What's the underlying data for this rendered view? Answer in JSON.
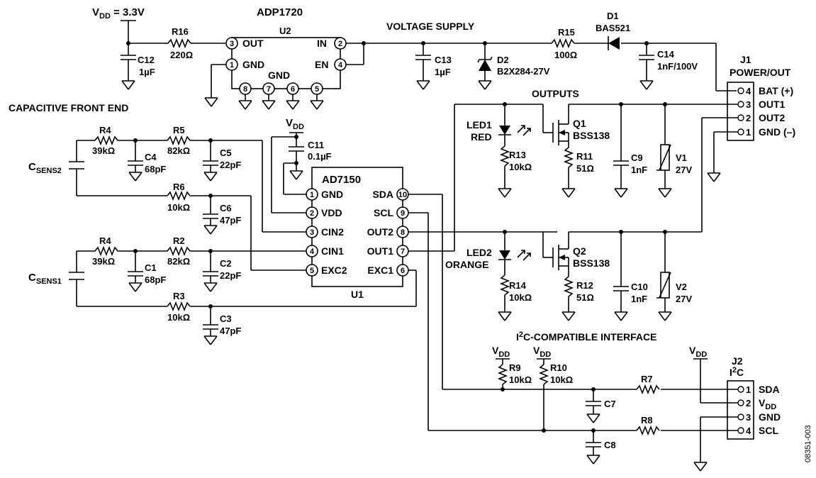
{
  "vdd_main": "V",
  "vdd_main_sub": "DD",
  "vdd_main_val": " = 3.3V",
  "vdd_label": "V",
  "vdd_sub": "DD",
  "ldo": {
    "part": "ADP1720",
    "ref": "U2",
    "out_pin": "3",
    "out": "OUT",
    "gnd_pin": "1",
    "gnd": "GND",
    "in_pin": "2",
    "in": "IN",
    "en_pin": "4",
    "en": "EN",
    "gnd_pins": [
      "8",
      "7",
      "6",
      "5"
    ],
    "gnd_group": "GND"
  },
  "supply_title": "VOLTAGE SUPPLY",
  "front_end_title": "CAPACITIVE FRONT END",
  "outputs_title": "OUTPUTS",
  "i2c_title_pre": "I",
  "i2c_title_sup": "2",
  "i2c_title_post": "C-COMPATIBLE INTERFACE",
  "r16": {
    "ref": "R16",
    "val": "220Ω"
  },
  "c12": {
    "ref": "C12",
    "val": "1µF"
  },
  "c13": {
    "ref": "C13",
    "val": "1µF"
  },
  "d2": {
    "ref": "D2",
    "val": "B2X284-27V"
  },
  "r15": {
    "ref": "R15",
    "val": "100Ω"
  },
  "d1": {
    "ref": "D1",
    "val": "BAS521"
  },
  "c14": {
    "ref": "C14",
    "val": "1nF/100V"
  },
  "j1": {
    "ref": "J1",
    "title": "POWER/OUT",
    "pins": [
      "4",
      "3",
      "2",
      "1"
    ],
    "labels": [
      "BAT (+)",
      "OUT1",
      "OUT2",
      "GND (–)"
    ]
  },
  "ad7150": {
    "part": "AD7150",
    "ref": "U1",
    "left_pins": [
      "1",
      "2",
      "3",
      "4",
      "5"
    ],
    "left": [
      "GND",
      "VDD",
      "CIN2",
      "CIN1",
      "EXC2"
    ],
    "right_pins": [
      "10",
      "9",
      "8",
      "7",
      "6"
    ],
    "right": [
      "SDA",
      "SCL",
      "OUT2",
      "OUT1",
      "EXC1"
    ]
  },
  "c11": {
    "ref": "C11",
    "val": "0.1µF"
  },
  "csens2": {
    "main": "C",
    "sub": "SENS2"
  },
  "csens1": {
    "main": "C",
    "sub": "SENS1"
  },
  "r4a": {
    "ref": "R4",
    "val": "39kΩ"
  },
  "r5": {
    "ref": "R5",
    "val": "82kΩ"
  },
  "c4": {
    "ref": "C4",
    "val": "68pF"
  },
  "c5": {
    "ref": "C5",
    "val": "22pF"
  },
  "r6": {
    "ref": "R6",
    "val": "10kΩ"
  },
  "c6": {
    "ref": "C6",
    "val": "47pF"
  },
  "r4b": {
    "ref": "R4",
    "val": "39kΩ"
  },
  "r2": {
    "ref": "R2",
    "val": "82kΩ"
  },
  "c1": {
    "ref": "C1",
    "val": "68pF"
  },
  "c2": {
    "ref": "C2",
    "val": "22pF"
  },
  "r3": {
    "ref": "R3",
    "val": "10kΩ"
  },
  "c3": {
    "ref": "C3",
    "val": "47pF"
  },
  "led1": {
    "ref": "LED1",
    "color": "RED"
  },
  "q1": {
    "ref": "Q1",
    "val": "BSS138"
  },
  "r13": {
    "ref": "R13",
    "val": "10kΩ"
  },
  "r11": {
    "ref": "R11",
    "val": "51Ω"
  },
  "c9": {
    "ref": "C9",
    "val": "1nF"
  },
  "v1": {
    "ref": "V1",
    "val": "27V"
  },
  "led2": {
    "ref": "LED2",
    "color": "ORANGE"
  },
  "q2": {
    "ref": "Q2",
    "val": "BSS138"
  },
  "r14": {
    "ref": "R14",
    "val": "10kΩ"
  },
  "r12": {
    "ref": "R12",
    "val": "51Ω"
  },
  "c10": {
    "ref": "C10",
    "val": "1nF"
  },
  "v2": {
    "ref": "V2",
    "val": "27V"
  },
  "r9": {
    "ref": "R9",
    "val": "10kΩ"
  },
  "r10": {
    "ref": "R10",
    "val": "10kΩ"
  },
  "r7": {
    "ref": "R7"
  },
  "r8": {
    "ref": "R8"
  },
  "c7": {
    "ref": "C7"
  },
  "c8": {
    "ref": "C8"
  },
  "j2": {
    "ref": "J2",
    "title_pre": "I",
    "title_sup": "2",
    "title_post": "C",
    "pins": [
      "1",
      "2",
      "3",
      "4"
    ],
    "labels": [
      "SDA",
      "V",
      "GND",
      "SCL"
    ],
    "vdd_sub": "DD"
  },
  "fig_id": "08351-003"
}
